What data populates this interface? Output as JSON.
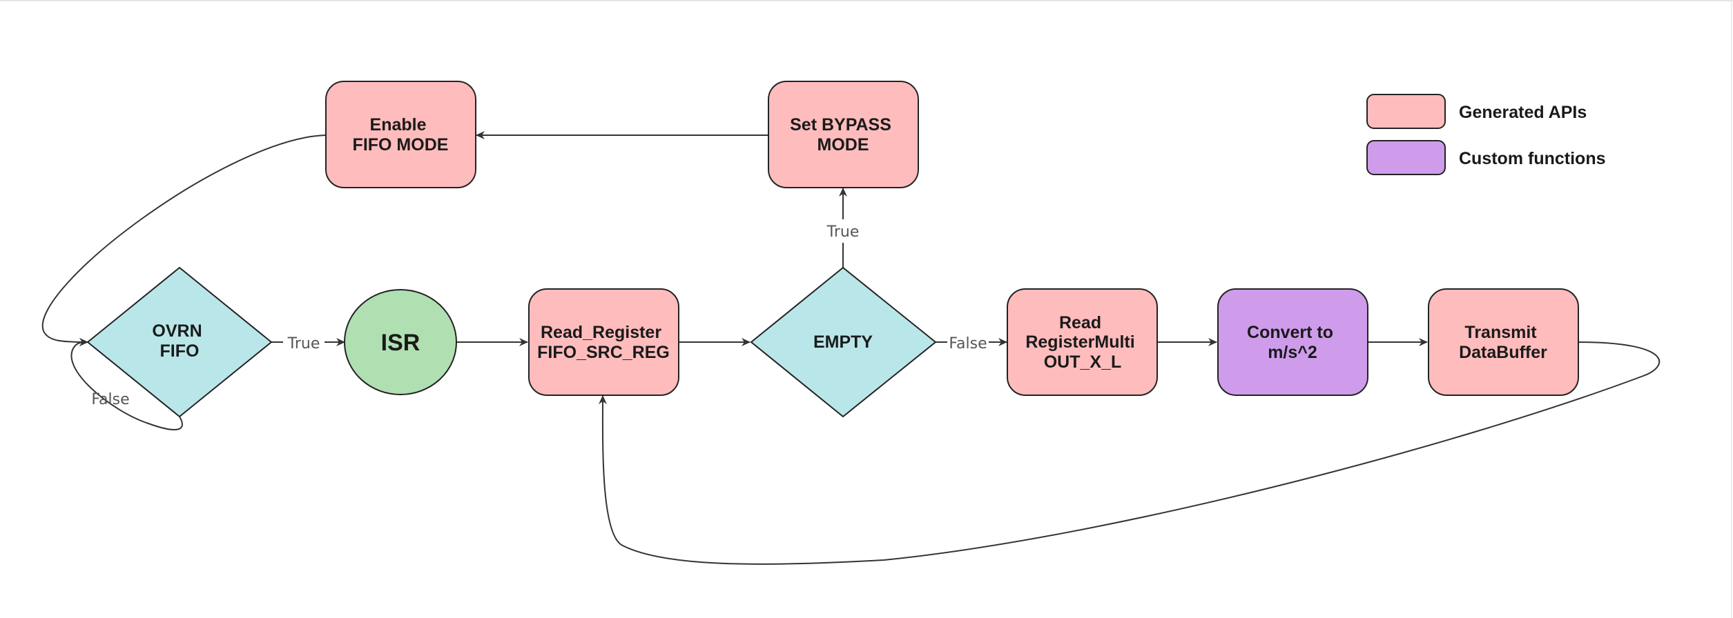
{
  "colors": {
    "generated_api": "#ffbcbd",
    "custom_function": "#cf9ceb",
    "decision": "#b9e6e9",
    "isr": "#b0dfb2",
    "stroke": "#222222",
    "edge": "#333333",
    "edge_label": "#555555"
  },
  "nodes": {
    "enable_fifo": {
      "lines": [
        "Enable",
        "FIFO MODE"
      ]
    },
    "set_bypass": {
      "lines": [
        "Set BYPASS",
        "MODE"
      ]
    },
    "ovrn_fifo": {
      "lines": [
        "OVRN",
        "FIFO"
      ]
    },
    "isr": {
      "lines": [
        "ISR"
      ]
    },
    "read_register": {
      "lines": [
        "Read_Register",
        "FIFO_SRC_REG"
      ]
    },
    "empty": {
      "lines": [
        "EMPTY"
      ]
    },
    "read_multi": {
      "lines": [
        "Read",
        "RegisterMulti",
        "OUT_X_L"
      ]
    },
    "convert": {
      "lines": [
        "Convert to",
        "m/s^2"
      ]
    },
    "transmit": {
      "lines": [
        "Transmit",
        "DataBuffer"
      ]
    }
  },
  "edge_labels": {
    "ovrn_true": "True",
    "ovrn_false": "False",
    "empty_true": "True",
    "empty_false": "False"
  },
  "legend": {
    "generated": "Generated APIs",
    "custom": "Custom functions"
  }
}
